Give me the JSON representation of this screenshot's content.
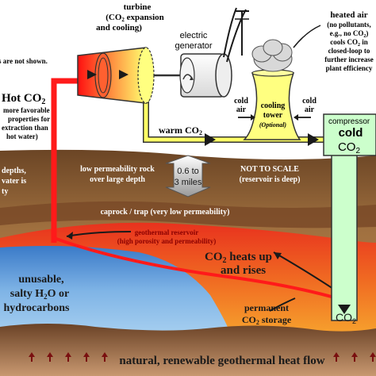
{
  "labels": {
    "turbine_title": "turbine",
    "turbine_sub1": "(CO",
    "turbine_sub1_sub": "2",
    "turbine_sub1_rest": " expansion",
    "turbine_sub2": "and cooling)",
    "generator_line1": "electric",
    "generator_line2": "generator",
    "heated_air_title": "heated air",
    "heated_air_l1": "(no pollutants,",
    "heated_air_l2a": "e.g., no CO",
    "heated_air_l2sub": "2",
    "heated_air_l2b": ")",
    "heated_air_l3a": "cools CO",
    "heated_air_l3sub": "2",
    "heated_air_l3b": " in",
    "heated_air_l4": "closed-loop to",
    "heated_air_l5": "further increase",
    "heated_air_l6": "plant efficiency",
    "not_shown": "s are not shown.",
    "hot_co2_a": "Hot CO",
    "hot_co2_sub": "2",
    "hot_l1": "more favorable",
    "hot_l2": "properties for",
    "hot_l3": "extraction than",
    "hot_l4": "hot water)",
    "cold_air_left_1": "cold",
    "cold_air_left_2": "air",
    "cooling_tower_1": "cooling",
    "cooling_tower_2": "tower",
    "cooling_tower_3": "(Optional)",
    "cold_air_right_1": "cold",
    "cold_air_right_2": "air",
    "warm_co2_a": "warm CO",
    "warm_co2_sub": "2",
    "compressor": "compressor",
    "cold_co2_1": "cold",
    "cold_co2_2a": "CO",
    "cold_co2_2sub": "2",
    "depths_l1": "depths,",
    "depths_l2": "vater is",
    "depths_l3": "ty",
    "lowperm_1": "low permeability rock",
    "lowperm_2": "over large depth",
    "depth_1": "0.6 to",
    "depth_2": "3 miles",
    "notscale_1": "NOT TO SCALE",
    "notscale_2": "(reservoir is deep)",
    "caprock": "caprock / trap (very low permeability)",
    "geo_1": "geothermal reservoir",
    "geo_2": "(high porosity and permeability)",
    "heats_a": "CO",
    "heats_sub": "2",
    "heats_b": " heats up",
    "heats_2": "and rises",
    "unusable_1": "unusable,",
    "unusable_2a": "salty H",
    "unusable_2sub": "2",
    "unusable_2b": "O or",
    "unusable_3": "hydrocarbons",
    "permanent_1": "permanent",
    "permanent_2a": "CO",
    "permanent_2sub": "2",
    "permanent_2b": " storage",
    "co2_right_a": "CO",
    "co2_right_sub": "2",
    "heat_flow": "natural, renewable geothermal heat flow"
  },
  "colors": {
    "co2_pipe_red": "#ff1a1a",
    "co2_pipe_green": "#ffff66",
    "reservoir_red": "#e8321e",
    "reservoir_orange": "#f8a028",
    "brine_blue": "#7fb4e6",
    "rock_brown": "#8a5a34",
    "cooling_tower_yellow": "#ffff80",
    "compressor_green": "#ccffcc",
    "ground_dark": "#5a3a20",
    "heat_arrow": "#7a1010"
  },
  "icons": [
    "turbine-icon",
    "generator-icon",
    "power-line-icon",
    "steam-cloud-icon",
    "heat-flow-arrow-icon"
  ]
}
